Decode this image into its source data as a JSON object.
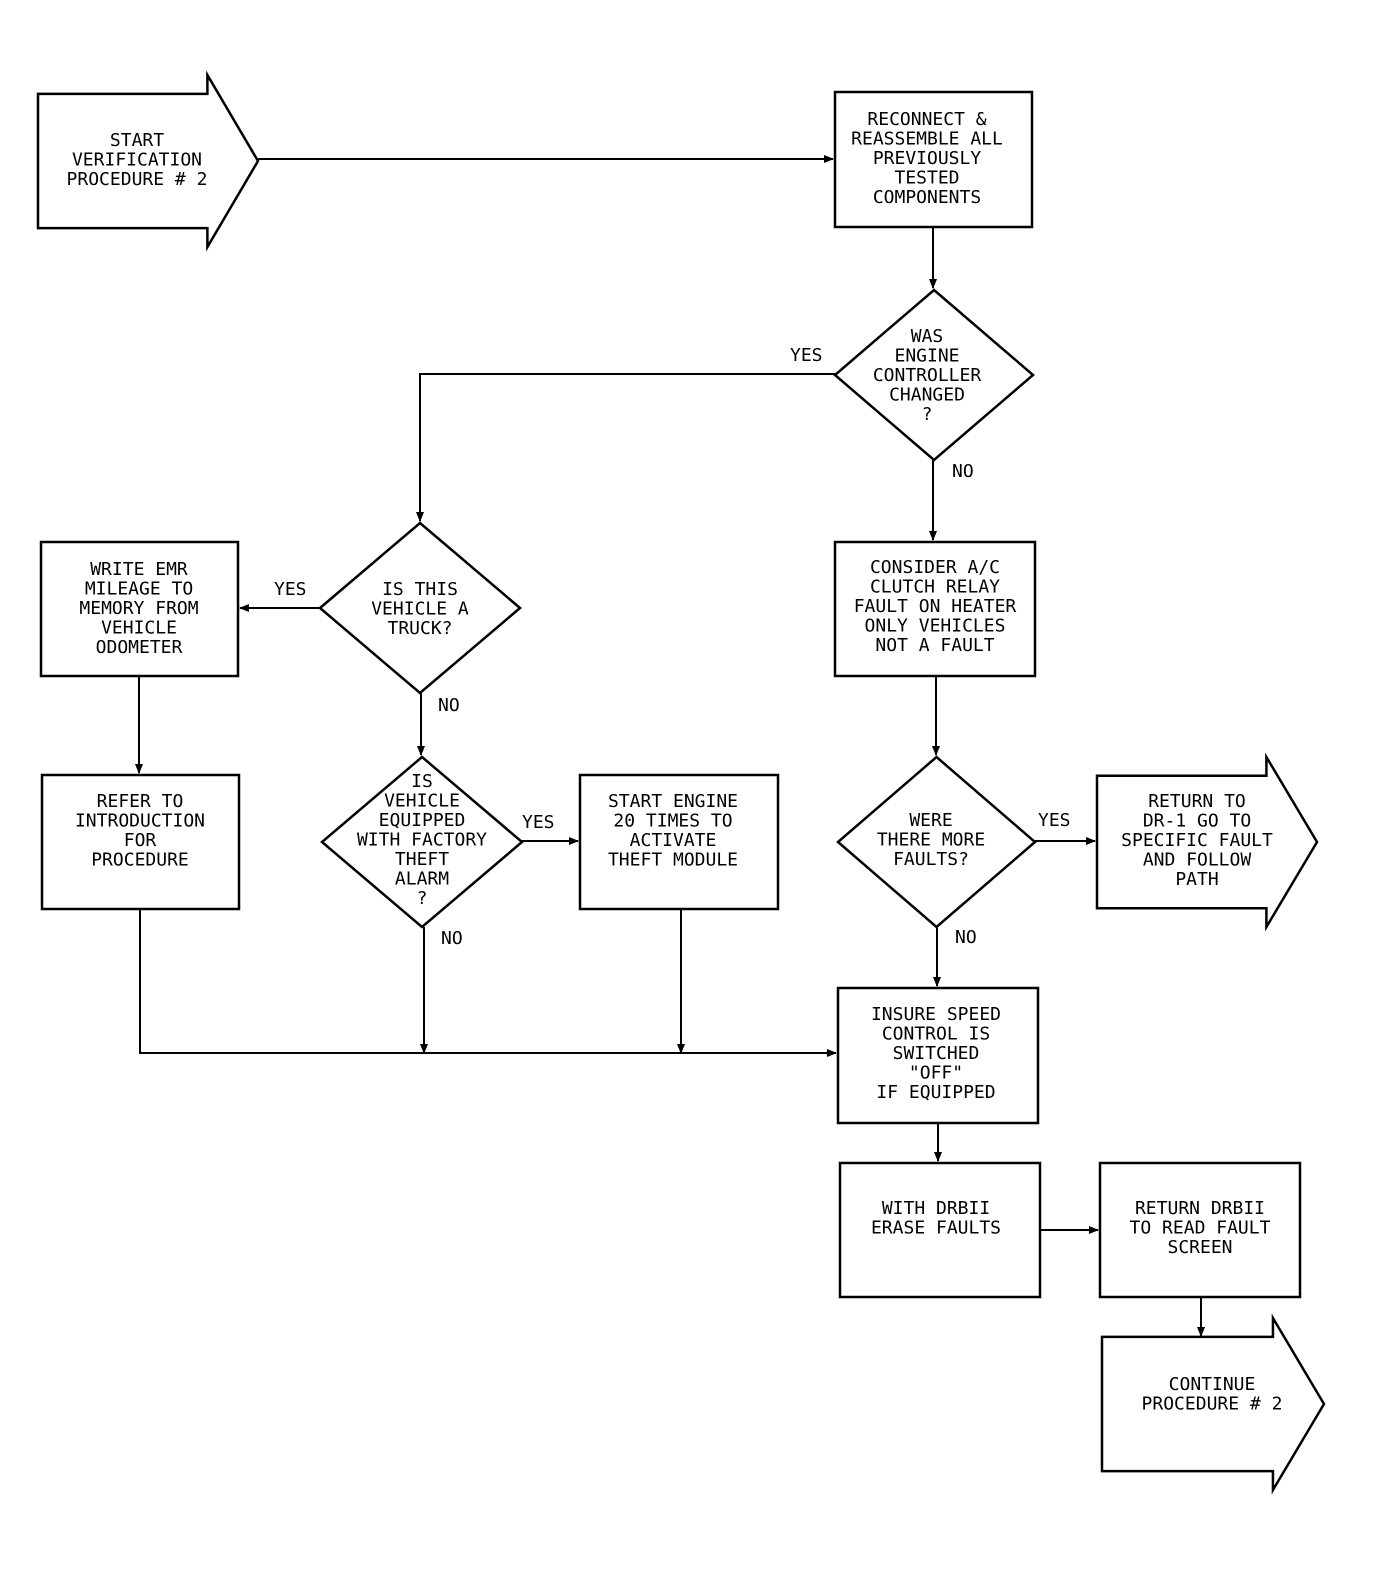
{
  "diagram": {
    "nodes": [
      {
        "id": "start",
        "shape": "arrow",
        "lines": [
          "START",
          "VERIFICATION",
          "PROCEDURE # 2"
        ]
      },
      {
        "id": "reconnect",
        "shape": "box",
        "lines": [
          "RECONNECT &",
          "REASSEMBLE ALL",
          "PREVIOUSLY",
          "TESTED",
          "COMPONENTS"
        ]
      },
      {
        "id": "was-engine",
        "shape": "diamond",
        "lines": [
          "WAS",
          "ENGINE",
          "CONTROLLER",
          "CHANGED",
          "?"
        ]
      },
      {
        "id": "truck",
        "shape": "diamond",
        "lines": [
          "IS THIS",
          "VEHICLE A",
          "TRUCK?"
        ]
      },
      {
        "id": "write-emr",
        "shape": "box",
        "lines": [
          "WRITE EMR",
          "MILEAGE TO",
          "MEMORY FROM",
          "VEHICLE",
          "ODOMETER"
        ]
      },
      {
        "id": "consider-ac",
        "shape": "box",
        "lines": [
          "CONSIDER A/C",
          "CLUTCH RELAY",
          "FAULT ON HEATER",
          "ONLY VEHICLES",
          "NOT A FAULT"
        ]
      },
      {
        "id": "refer-intro",
        "shape": "box",
        "lines": [
          "REFER TO",
          "INTRODUCTION",
          "FOR",
          "PROCEDURE"
        ]
      },
      {
        "id": "theft-alarm",
        "shape": "diamond",
        "lines": [
          "IS",
          "VEHICLE",
          "EQUIPPED",
          "WITH FACTORY",
          "THEFT",
          "ALARM",
          "?"
        ]
      },
      {
        "id": "start-engine",
        "shape": "box",
        "lines": [
          "START ENGINE",
          "20 TIMES TO",
          "ACTIVATE",
          "THEFT MODULE"
        ]
      },
      {
        "id": "more-faults",
        "shape": "diamond",
        "lines": [
          "WERE",
          "THERE MORE",
          "FAULTS?"
        ]
      },
      {
        "id": "return-drb1",
        "shape": "arrow",
        "lines": [
          "RETURN TO",
          "DR-1 GO TO",
          "SPECIFIC FAULT",
          "AND FOLLOW",
          "PATH"
        ]
      },
      {
        "id": "speed-control",
        "shape": "box",
        "lines": [
          "INSURE SPEED",
          "CONTROL IS",
          "SWITCHED",
          "\"OFF\"",
          "IF EQUIPPED"
        ]
      },
      {
        "id": "erase-faults",
        "shape": "box",
        "lines": [
          "WITH DRBII",
          "ERASE FAULTS"
        ]
      },
      {
        "id": "return-drbii",
        "shape": "box",
        "lines": [
          "RETURN DRBII",
          "TO READ FAULT",
          "SCREEN"
        ]
      },
      {
        "id": "continue",
        "shape": "arrow",
        "lines": [
          "CONTINUE",
          "PROCEDURE # 2"
        ]
      }
    ],
    "edge_labels": [
      {
        "id": "engine-yes",
        "text": "YES"
      },
      {
        "id": "engine-no",
        "text": "NO"
      },
      {
        "id": "truck-yes",
        "text": "YES"
      },
      {
        "id": "truck-no",
        "text": "NO"
      },
      {
        "id": "theft-yes",
        "text": "YES"
      },
      {
        "id": "theft-no",
        "text": "NO"
      },
      {
        "id": "faults-yes",
        "text": "YES"
      },
      {
        "id": "faults-no",
        "text": "NO"
      }
    ]
  }
}
